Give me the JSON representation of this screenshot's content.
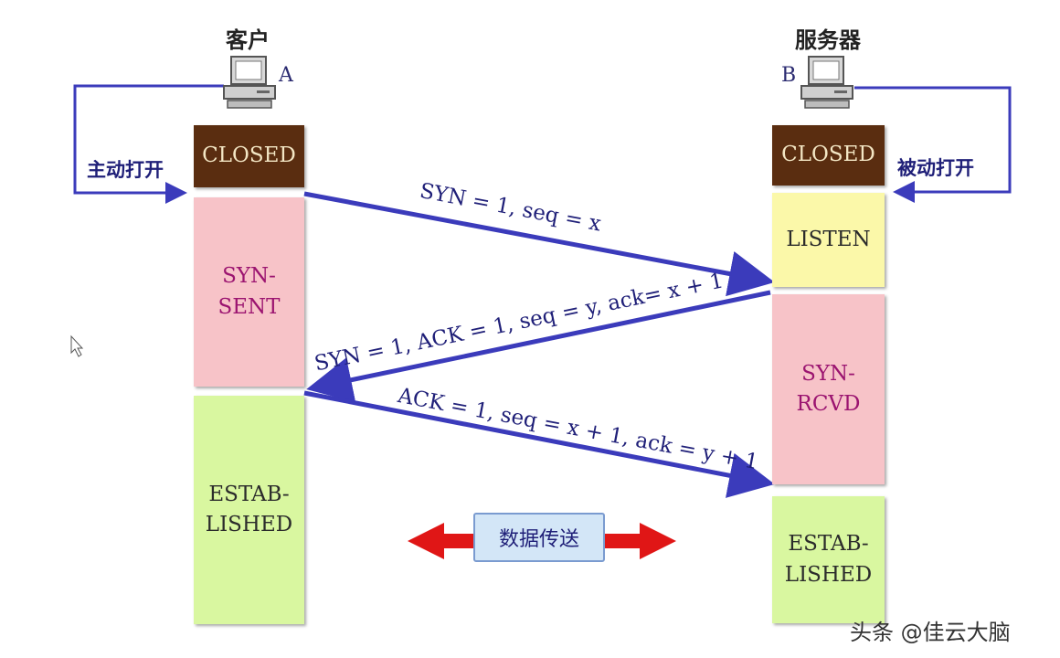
{
  "client": {
    "title": "客户",
    "letter": "A",
    "open_label": "主动打开"
  },
  "server": {
    "title": "服务器",
    "letter": "B",
    "open_label": "被动打开"
  },
  "client_states": {
    "closed": "CLOSED",
    "syn_sent_1": "SYN-",
    "syn_sent_2": "SENT",
    "established_1": "ESTAB-",
    "established_2": "LISHED"
  },
  "server_states": {
    "closed": "CLOSED",
    "listen": "LISTEN",
    "syn_rcvd_1": "SYN-",
    "syn_rcvd_2": "RCVD",
    "established_1": "ESTAB-",
    "established_2": "LISHED"
  },
  "messages": {
    "syn": "SYN = 1, seq = x",
    "syn_ack": "SYN = 1, ACK = 1, seq = y, ack= x + 1",
    "ack": "ACK = 1, seq = x + 1, ack = y + 1"
  },
  "data_transfer": "数据传送",
  "watermark": "头条 @佳云大脑",
  "colors": {
    "arrow": "#3b3bbb",
    "data_arrow": "#e01616",
    "closed": "#5a2d10",
    "syn_state": "#f7c3c8",
    "listen": "#fbf8a9",
    "established": "#d9f7a0"
  }
}
